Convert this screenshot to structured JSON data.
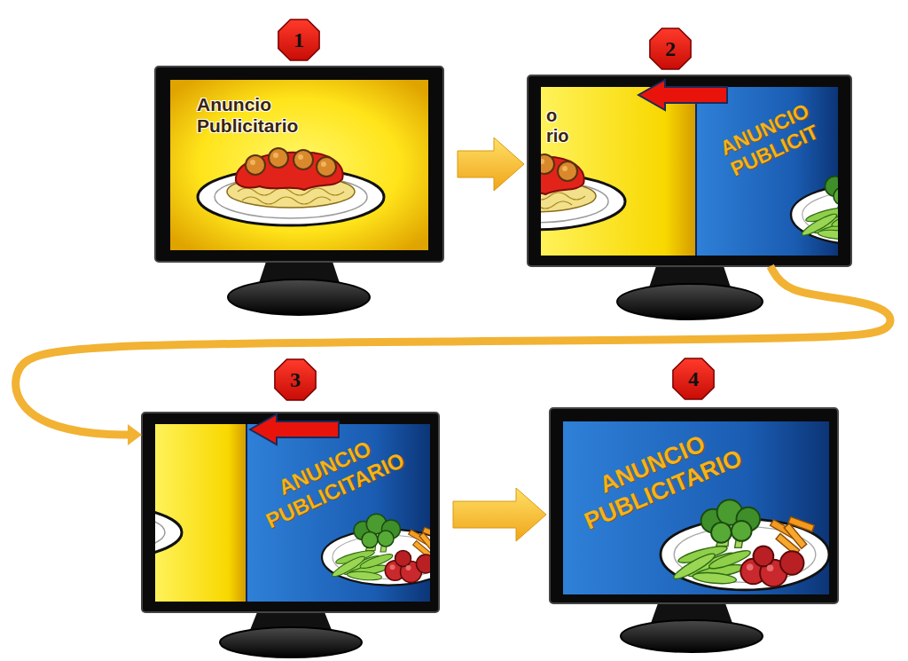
{
  "diagram": {
    "nodes": [
      {
        "text": [
          "Anuncio Publicitario"
        ]
      },
      {
        "text": [
          "o rio",
          "ANUNCIO PUBLICIT"
        ]
      },
      {
        "text": [
          "ANUNCIO PUBLICITARIO"
        ]
      },
      {
        "text": [
          "ANUNCIO PUBLICITARIO"
        ]
      }
    ],
    "edges": [
      {
        "from": 0,
        "to": 1,
        "arrow": "to"
      },
      {
        "from": 1,
        "to": 2,
        "arrow": "to"
      },
      {
        "from": 2,
        "to": 3,
        "arrow": "to"
      }
    ],
    "labels": [
      "1",
      "2",
      "3",
      "4"
    ]
  }
}
